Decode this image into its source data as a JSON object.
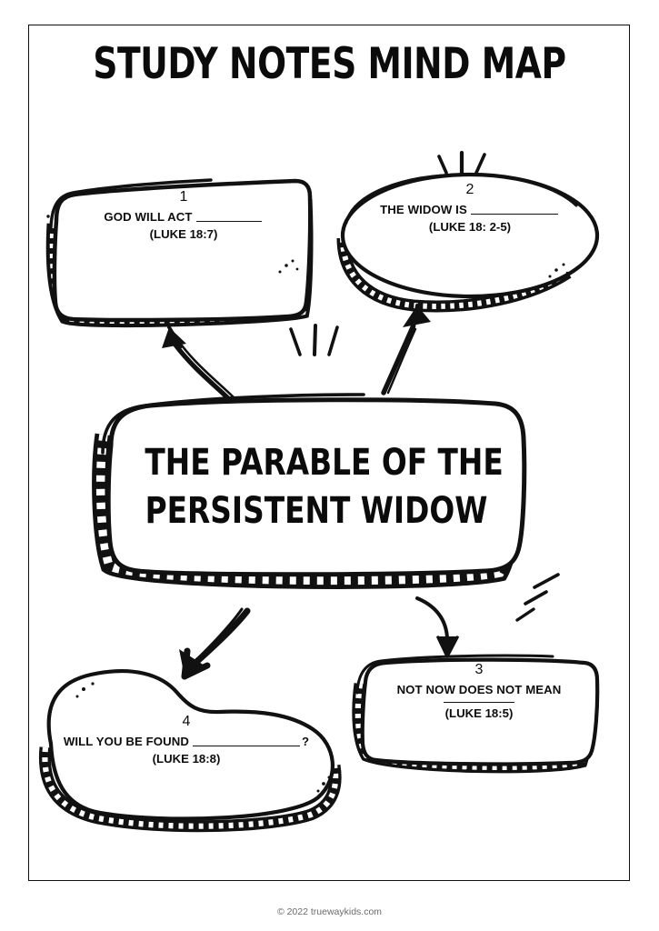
{
  "page": {
    "title": "STUDY NOTES MIND MAP",
    "footer": "© 2022 truewaykids.com",
    "ink_color": "#0d0d0d",
    "background_color": "#ffffff"
  },
  "center": {
    "line1": "THE PARABLE OF THE",
    "line2": "PERSISTENT WIDOW"
  },
  "nodes": [
    {
      "number": "1",
      "shape": "rounded-rectangle",
      "prompt": "GOD WILL ACT",
      "has_blank": true,
      "blank_trailing": "",
      "reference": "(LUKE 18:7)"
    },
    {
      "number": "2",
      "shape": "ellipse",
      "prompt": "THE WIDOW IS",
      "has_blank": true,
      "blank_trailing": "",
      "reference": "(LUKE 18: 2-5)"
    },
    {
      "number": "3",
      "shape": "rounded-rectangle",
      "prompt": "NOT NOW DOES NOT MEAN",
      "has_blank": true,
      "blank_trailing": "",
      "reference": "(LUKE 18:5)"
    },
    {
      "number": "4",
      "shape": "blob",
      "prompt": "WILL YOU BE FOUND",
      "has_blank": true,
      "blank_trailing": "?",
      "reference": "(LUKE 18:8)"
    }
  ]
}
